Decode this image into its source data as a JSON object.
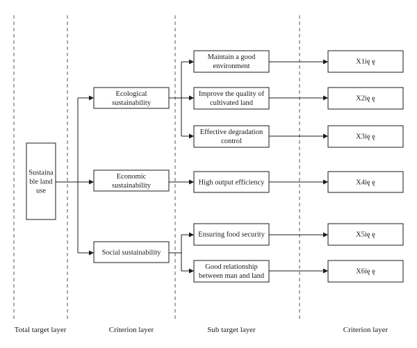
{
  "columns": {
    "c1": "Total target layer",
    "c2": "Criterion layer",
    "c3": "Sub target layer",
    "c4": "Criterion layer"
  },
  "nodes": {
    "root": [
      "Sustaina",
      "ble land",
      "use"
    ],
    "ecological": [
      "Ecological",
      "sustainability"
    ],
    "economic": [
      "Economic",
      "sustainability"
    ],
    "social": [
      "Social sustainability"
    ],
    "env": [
      "Maintain a good",
      "environment"
    ],
    "cultivated": [
      "Improve the quality of",
      "cultivated land"
    ],
    "degradation": [
      "Effective degradation",
      "control"
    ],
    "output": [
      "High output efficiency"
    ],
    "food": [
      "Ensuring food security"
    ],
    "relationship": [
      "Good relationship",
      "between man and land"
    ],
    "x1": [
      "X1ię ę"
    ],
    "x2": [
      "X2ię ę"
    ],
    "x3": [
      "X3ię ę"
    ],
    "x4": [
      "X4ię ę"
    ],
    "x5": [
      "X5ię ę"
    ],
    "x6": [
      "X6ię ę"
    ]
  }
}
